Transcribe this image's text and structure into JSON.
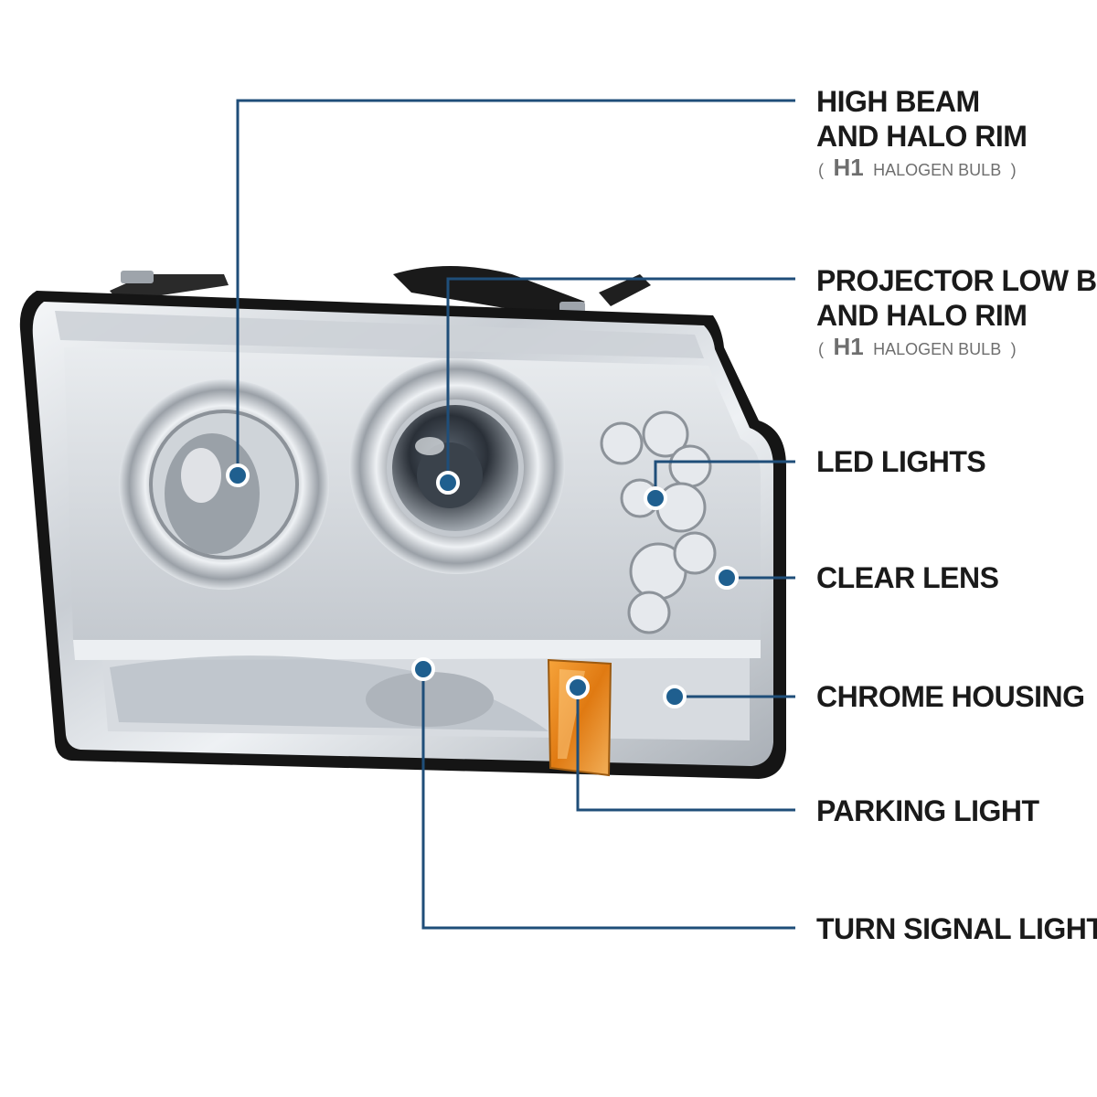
{
  "colors": {
    "callout_line": "#1f4e79",
    "callout_dot": "#1f5f8f",
    "chrome": "#d9dde2",
    "amber": "#e8891e",
    "housing_black": "#151515"
  },
  "callouts": [
    {
      "id": "high-beam",
      "lines": [
        "HIGH BEAM",
        "AND HALO RIM"
      ],
      "sub_open": "(",
      "sub_strong": "H1",
      "sub_rest": "HALOGEN BULB",
      "sub_close": ")"
    },
    {
      "id": "projector-low-beam",
      "lines": [
        "PROJECTOR LOW BEAM",
        "AND HALO RIM"
      ],
      "sub_open": "(",
      "sub_strong": "H1",
      "sub_rest": "HALOGEN BULB",
      "sub_close": ")"
    },
    {
      "id": "led-lights",
      "lines": [
        "LED LIGHTS"
      ]
    },
    {
      "id": "clear-lens",
      "lines": [
        "CLEAR LENS"
      ]
    },
    {
      "id": "chrome-housing",
      "lines": [
        "CHROME HOUSING"
      ]
    },
    {
      "id": "parking-light",
      "lines": [
        "PARKING LIGHT"
      ]
    },
    {
      "id": "turn-signal-light",
      "lines": [
        "TURN SIGNAL LIGHT"
      ]
    }
  ]
}
